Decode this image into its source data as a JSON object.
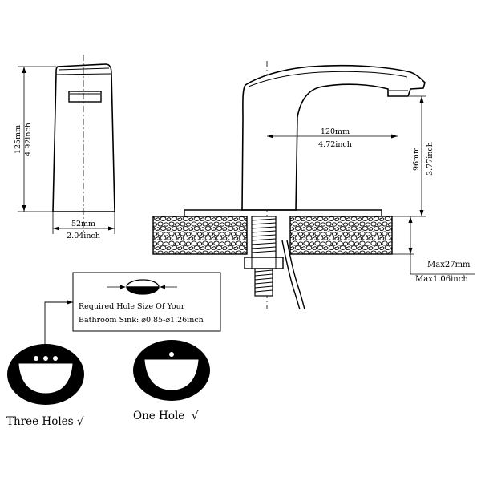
{
  "front_view": {
    "height_mm": "125mm",
    "height_inch": "4.92inch",
    "width_mm": "52mm",
    "width_inch": "2.04inch"
  },
  "side_view": {
    "reach_mm": "120mm",
    "reach_inch": "4.72inch",
    "spout_height_mm": "96mm",
    "spout_height_inch": "3.77inch",
    "deck_mm": "Max27mm",
    "deck_inch": "Max1.06inch"
  },
  "hole_note": {
    "line1": "Required Hole Size Of Your",
    "line2": "Bathroom Sink: ⌀0.85-⌀1.26inch"
  },
  "sinks": {
    "three_holes_label": "Three Holes √",
    "one_hole_label": "One Hole  √"
  }
}
